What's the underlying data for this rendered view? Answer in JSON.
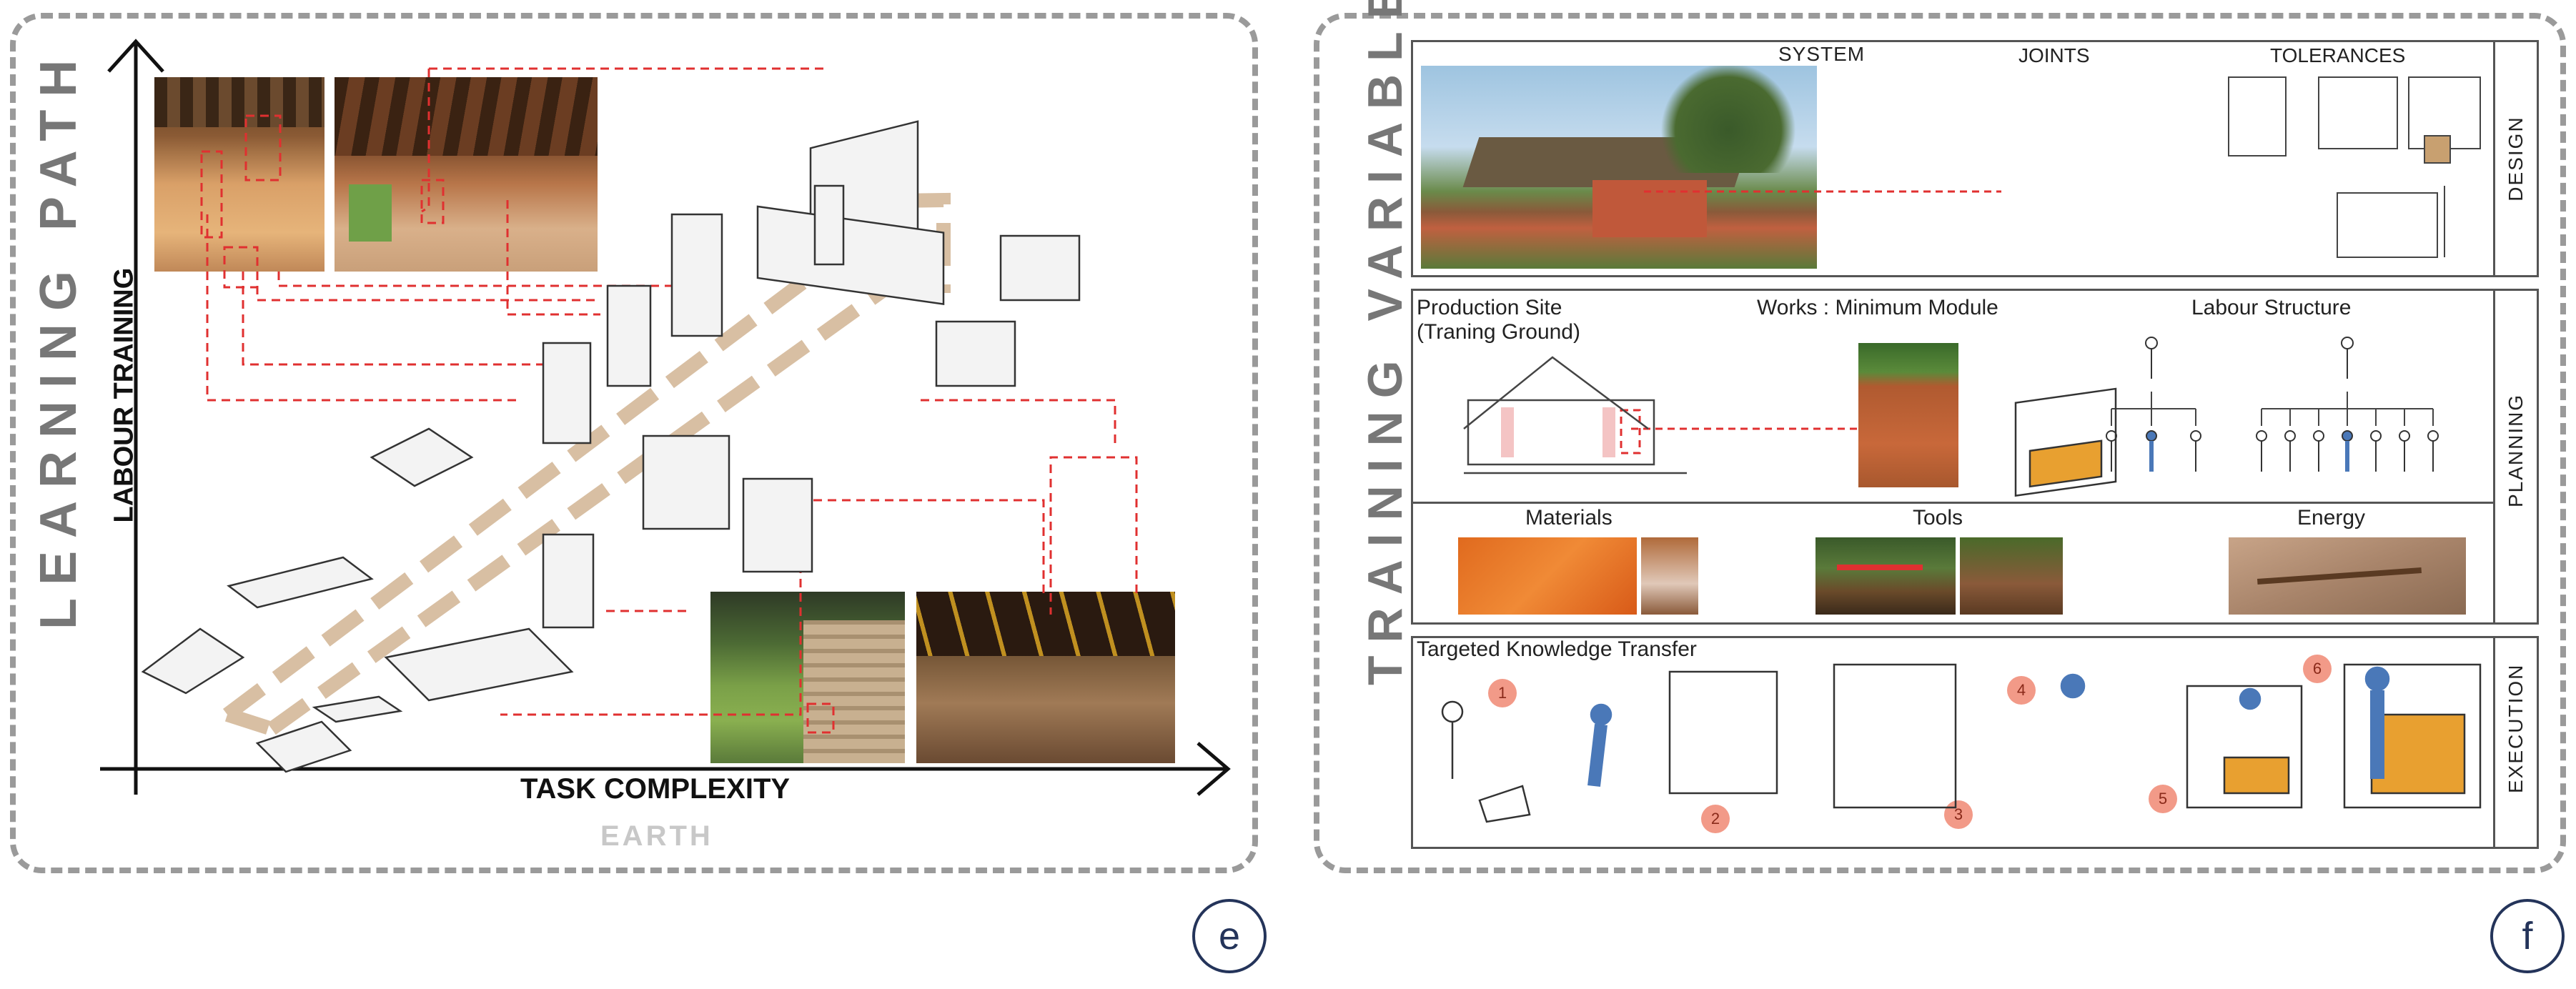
{
  "panel_e": {
    "title": "LEARNING PATH",
    "y_axis_label": "LABOUR TRAINING",
    "x_axis_label": "TASK COMPLEXITY",
    "material_label": "EARTH",
    "panel_letter": "e"
  },
  "panel_f": {
    "title": "TRAINING VARIABLES",
    "panel_letter": "f",
    "design": {
      "side_label": "DESIGN",
      "system_label": "SYSTEM",
      "joints_label": "JOINTS",
      "tolerances_label": "TOLERANCES"
    },
    "planning": {
      "side_label": "PLANNING",
      "production_site_label": "Production Site",
      "training_ground_label": "(Traning Ground)",
      "works_label": "Works : Minimum Module",
      "labour_label": "Labour Structure",
      "materials_label": "Materials",
      "tools_label": "Tools",
      "energy_label": "Energy"
    },
    "execution": {
      "side_label": "EXECUTION",
      "heading": "Targeted Knowledge Transfer",
      "steps": [
        "1",
        "2",
        "3",
        "4",
        "5",
        "6"
      ]
    }
  },
  "colors": {
    "frame": "#9a9a9a",
    "title_gray": "#777777",
    "arrow_red": "#e03030",
    "path_tan": "#d8bfa3",
    "worker_blue": "#4a78b8",
    "earth_orange": "#e8a030",
    "step_badge": "#f29a88"
  }
}
